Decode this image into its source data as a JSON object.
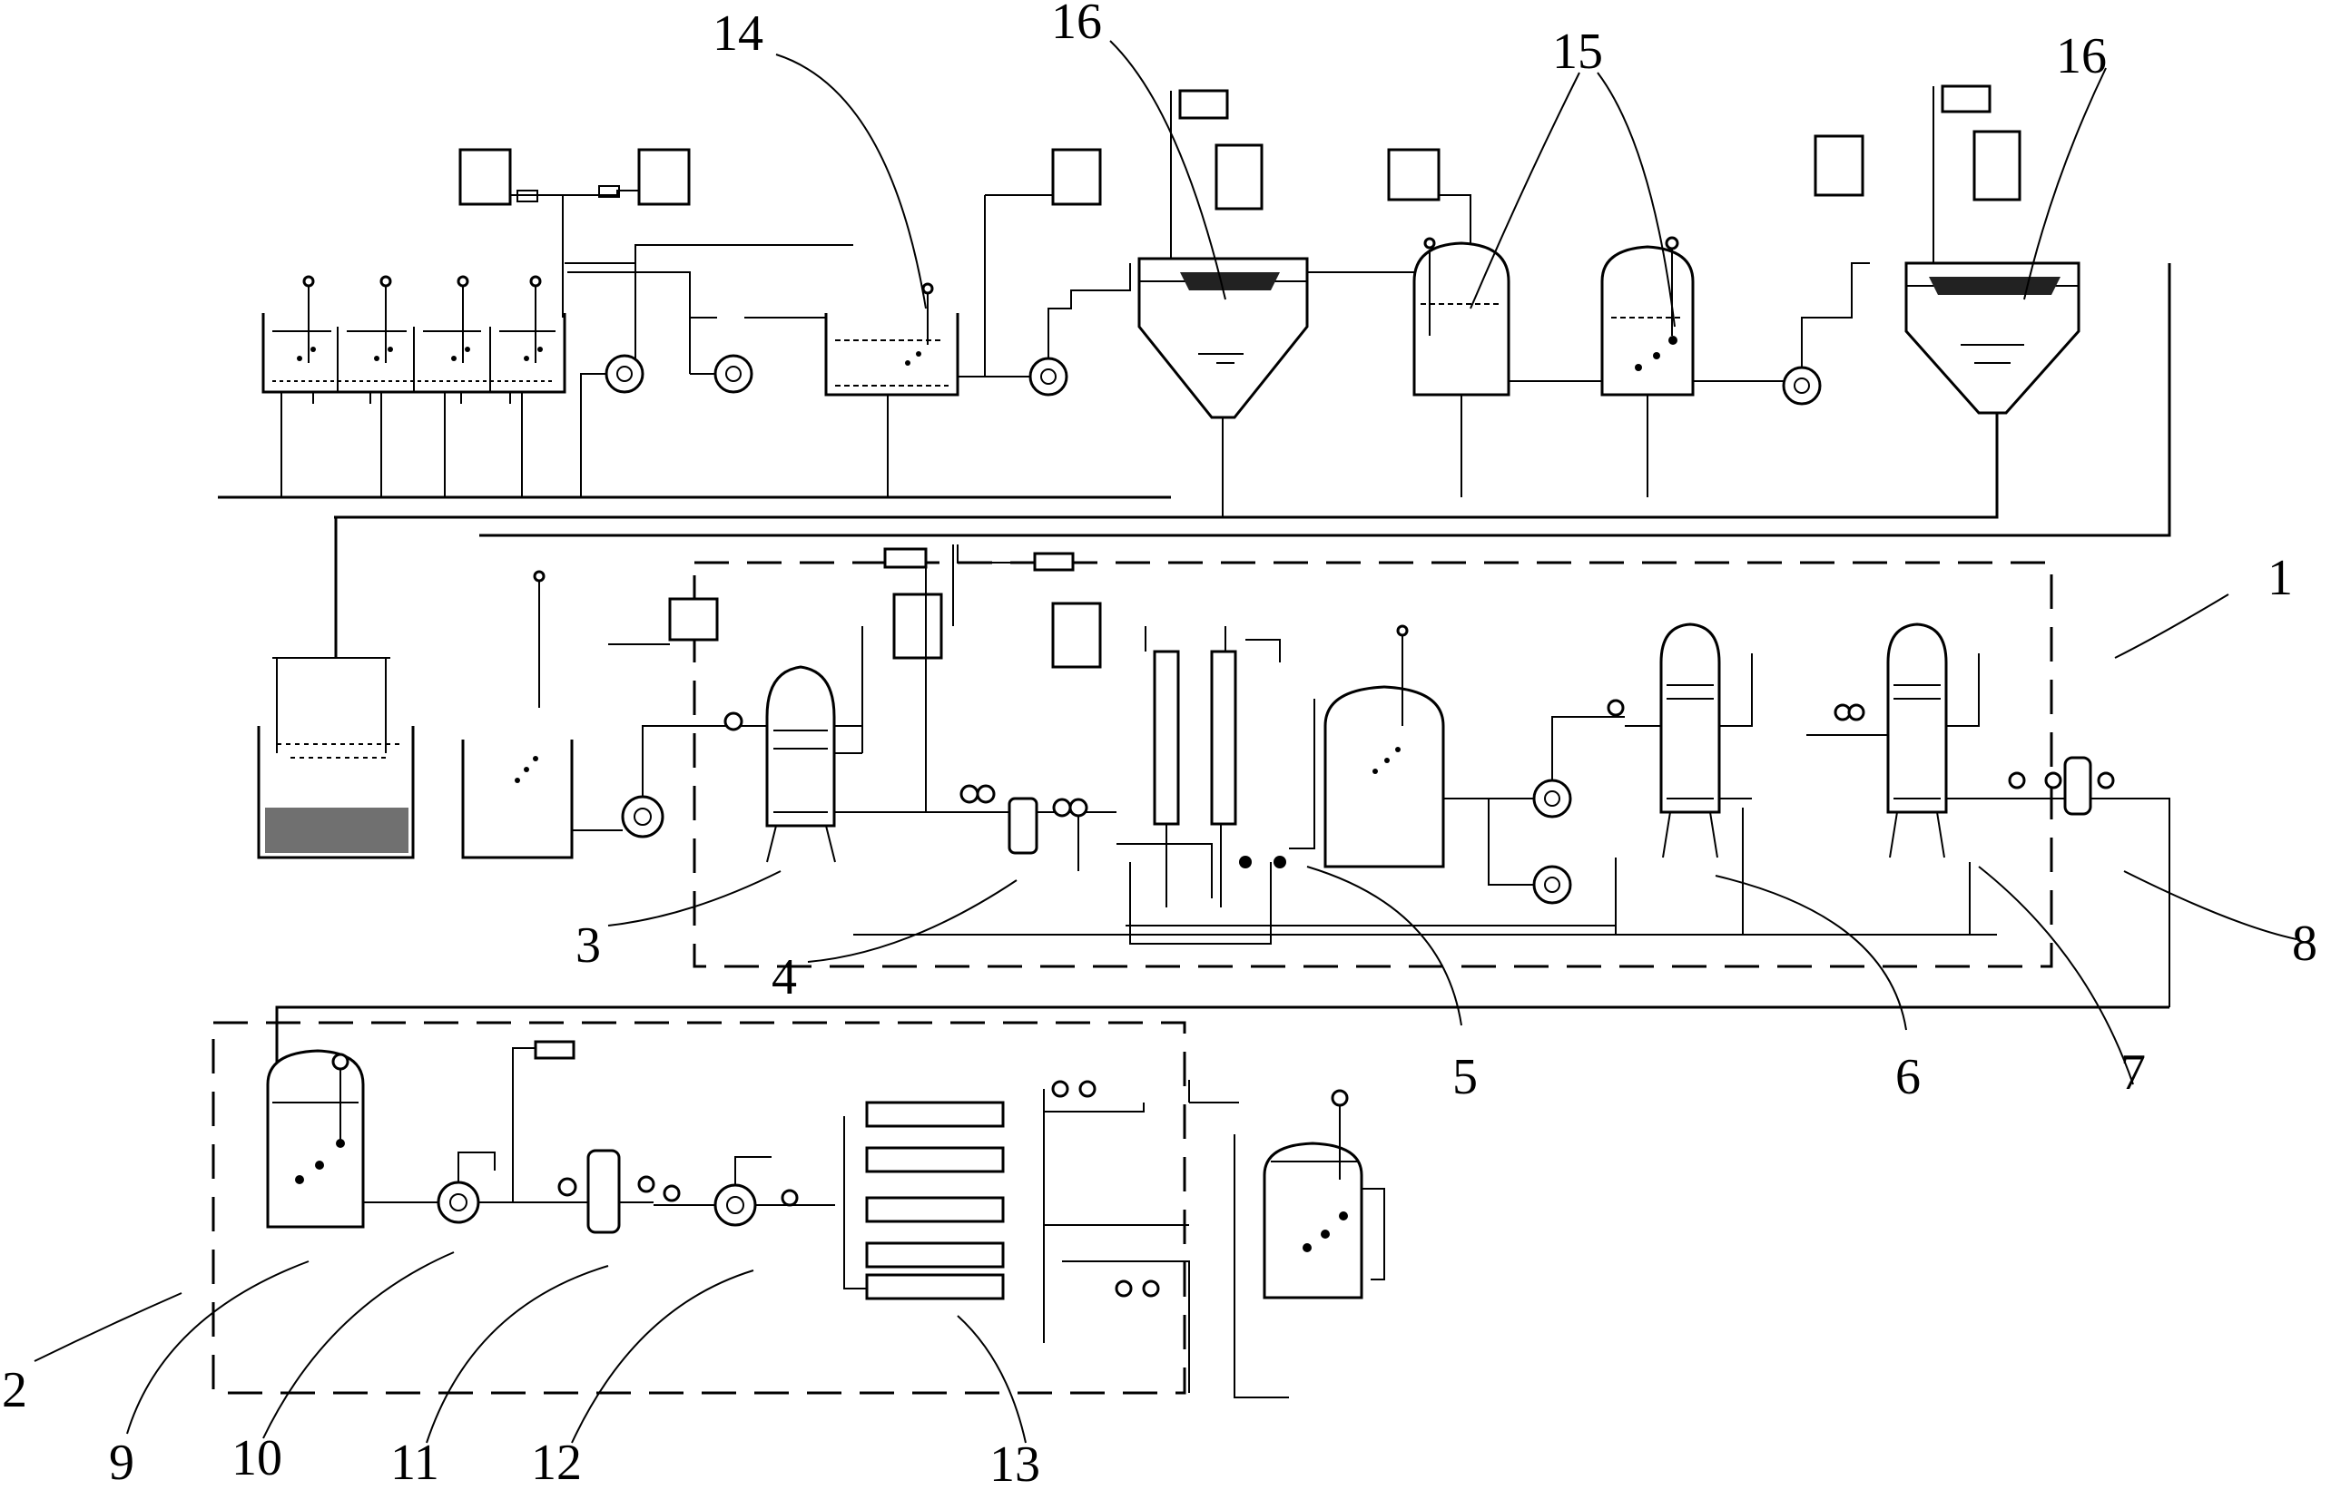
{
  "callouts": [
    {
      "id": "label-1",
      "text": "1"
    },
    {
      "id": "label-2",
      "text": "2"
    },
    {
      "id": "label-3",
      "text": "3"
    },
    {
      "id": "label-4",
      "text": "4"
    },
    {
      "id": "label-5",
      "text": "5"
    },
    {
      "id": "label-6",
      "text": "6"
    },
    {
      "id": "label-7",
      "text": "7"
    },
    {
      "id": "label-8",
      "text": "8"
    },
    {
      "id": "label-9",
      "text": "9"
    },
    {
      "id": "label-10",
      "text": "10"
    },
    {
      "id": "label-11",
      "text": "11"
    },
    {
      "id": "label-12",
      "text": "12"
    },
    {
      "id": "label-13",
      "text": "13"
    },
    {
      "id": "label-14",
      "text": "14"
    },
    {
      "id": "label-15",
      "text": "15"
    },
    {
      "id": "label-16a",
      "text": "16"
    },
    {
      "id": "label-16b",
      "text": "16"
    }
  ]
}
